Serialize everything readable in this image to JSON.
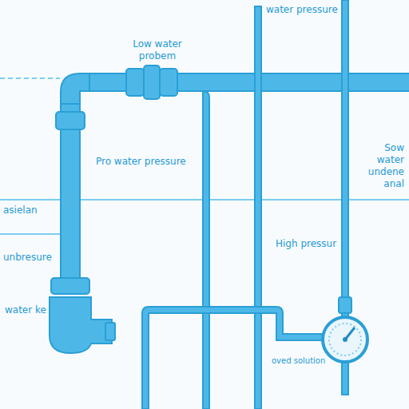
{
  "diagram": {
    "labels": [
      "water pressure",
      "Low water probem",
      "Pro water pressure",
      "Sow water undene anal",
      "asielan",
      "unbresure",
      "water ke",
      "High pressur",
      "oved solution"
    ]
  }
}
